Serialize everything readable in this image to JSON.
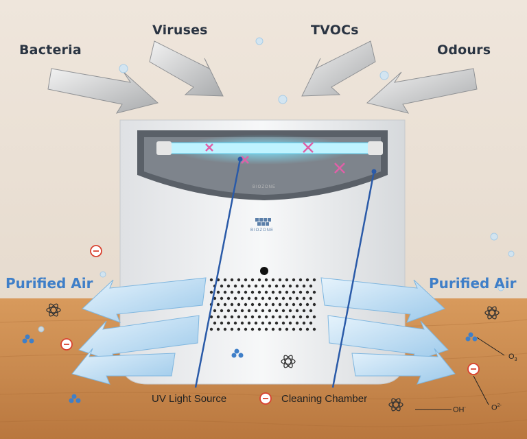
{
  "contaminants": {
    "bacteria": "Bacteria",
    "viruses": "Viruses",
    "tvocs": "TVOCs",
    "odours": "Odours"
  },
  "output": {
    "purified_left": "Purified Air",
    "purified_right": "Purified Air"
  },
  "callouts": {
    "uv_light": "UV Light Source",
    "cleaning_chamber": "Cleaning Chamber"
  },
  "device": {
    "brand_lid": "BIOZONE",
    "brand_front": "BIOZONE"
  },
  "molecules": {
    "o3": "O",
    "o3_sub": "3",
    "o2": "O",
    "o2_sup": "2-",
    "oh": "OH",
    "oh_sup": "-"
  },
  "colors": {
    "wall": "#e9dfd3",
    "table": "#c8884d",
    "label_dark": "#2a3442",
    "label_blue": "#3f7fc8",
    "callout_line": "#2a5aa8",
    "ion_ring": "#d9412f"
  }
}
